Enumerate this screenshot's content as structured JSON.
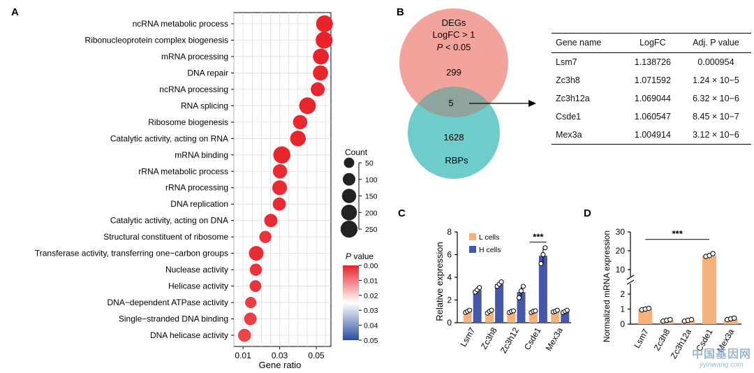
{
  "panels": {
    "a": "A",
    "b": "B",
    "c": "C",
    "d": "D"
  },
  "venn": {
    "deg_title": "DEGs",
    "deg_line2": "LogFC > 1",
    "deg_line3_p": "P",
    "deg_line3_rest": " < 0.05",
    "deg_only": "299",
    "overlap": "5",
    "rbp_only": "1628",
    "rbp_label": "RBPs",
    "colors": {
      "deg": "#f2a49c",
      "rbp": "#6ecdca",
      "overlap": "#8fa49e"
    }
  },
  "table": {
    "headers": [
      "Gene name",
      "LogFC",
      "Adj. P value"
    ],
    "rows": [
      {
        "gene": "Lsm7",
        "logfc": "1.138726",
        "p": "0.000954"
      },
      {
        "gene": "Zc3h8",
        "logfc": "1.071592",
        "p": "1.24 × 10−5"
      },
      {
        "gene": "Zc3h12a",
        "logfc": "1.069044",
        "p": "6.32 × 10−6"
      },
      {
        "gene": "Csde1",
        "logfc": "1.060547",
        "p": "8.45 × 10−7"
      },
      {
        "gene": "Mex3a",
        "logfc": "1.004914",
        "p": "3.12 × 10−6"
      }
    ]
  },
  "chart_data": [
    {
      "panel": "A",
      "type": "scatter",
      "xlabel": "Gene ratio",
      "xlim": [
        0.005,
        0.058
      ],
      "xticks": [
        0.01,
        0.03,
        0.05
      ],
      "xtick_labels": [
        "0.01",
        "0.03",
        "0.05"
      ],
      "categories": [
        "ncRNA metabolic process",
        "Ribonucleoprotein complex biogenesis",
        "mRNA processing",
        "DNA repair",
        "ncRNA processing",
        "RNA splicing",
        "Ribosome biogenesis",
        "Catalytic activity, acting on RNA",
        "mRNA binding",
        "rRNA metabolic process",
        "rRNA processing",
        "DNA replication",
        "Catalytic activity, acting on DNA",
        "Structural constituent of ribosome",
        "Transferase activity, transferring one−carbon groups",
        "Nuclease activity",
        "Helicase activity",
        "DNA−dependent ATPase activity",
        "Single−stranded DNA binding",
        "DNA helicase activity"
      ],
      "gene_ratio": [
        0.0545,
        0.0543,
        0.0525,
        0.0523,
        0.0508,
        0.0452,
        0.0412,
        0.04,
        0.0312,
        0.0302,
        0.03,
        0.0298,
        0.0252,
        0.0222,
        0.0172,
        0.017,
        0.0168,
        0.0142,
        0.014,
        0.0108
      ],
      "count": [
        240,
        245,
        205,
        180,
        140,
        235,
        150,
        195,
        255,
        150,
        165,
        115,
        120,
        90,
        160,
        90,
        80,
        70,
        100,
        110
      ],
      "p_value": [
        0.0001,
        0.0001,
        0.0001,
        0.0002,
        0.0005,
        0.0003,
        0.0008,
        0.0005,
        0.0004,
        0.001,
        0.001,
        0.001,
        0.001,
        0.002,
        0.001,
        0.002,
        0.002,
        0.003,
        0.003,
        0.004
      ],
      "size_legend": {
        "title": "Count",
        "values": [
          50,
          100,
          150,
          200,
          250
        ]
      },
      "color_legend": {
        "title_p": "P",
        "title_rest": " value",
        "ticks": [
          "0.00",
          "0.01",
          "0.02",
          "0.03",
          "0.04",
          "0.05"
        ],
        "low_color": "#e8222a",
        "high_color": "#2a4ea2"
      },
      "grid": true
    },
    {
      "panel": "C",
      "type": "bar",
      "ylabel": "Relative expression",
      "ylim": [
        0,
        8
      ],
      "yticks": [
        0,
        2,
        4,
        6,
        8
      ],
      "categories": [
        "Lsm7",
        "Zc3h8",
        "Zc3h12",
        "Csde1",
        "Mex3a"
      ],
      "series": [
        {
          "name": "L cells",
          "color": "#f6b07a",
          "values": [
            1.0,
            1.0,
            1.0,
            1.0,
            1.0
          ],
          "points": [
            [
              0.9,
              1.0,
              1.1
            ],
            [
              0.85,
              1.0,
              1.1
            ],
            [
              0.9,
              1.0,
              1.05
            ],
            [
              0.9,
              1.0,
              1.05
            ],
            [
              0.95,
              1.0,
              1.1
            ]
          ]
        },
        {
          "name": "H cells",
          "color": "#4457a8",
          "values": [
            2.9,
            3.4,
            2.7,
            5.9,
            1.0
          ],
          "points": [
            [
              2.7,
              2.9,
              3.1
            ],
            [
              3.2,
              3.4,
              3.6
            ],
            [
              2.2,
              2.8,
              3.2
            ],
            [
              5.2,
              6.0,
              6.6
            ],
            [
              0.9,
              1.0,
              1.1
            ]
          ]
        }
      ],
      "annotation": {
        "text": "***",
        "category": "Csde1"
      }
    },
    {
      "panel": "D",
      "type": "bar",
      "ylabel": "Normalized mRNA expression",
      "axis_break": true,
      "yticks_low": [
        0,
        1,
        2
      ],
      "yticks_high": [
        10,
        20,
        30
      ],
      "categories": [
        "Lsm7",
        "Zc3h8",
        "Zc3h12a",
        "Csde1",
        "Mex3a"
      ],
      "values": [
        1.0,
        0.25,
        0.25,
        17.5,
        0.35
      ],
      "points": [
        [
          0.95,
          1.0,
          1.05
        ],
        [
          0.2,
          0.25,
          0.3
        ],
        [
          0.2,
          0.25,
          0.3
        ],
        [
          17.0,
          17.5,
          18.5
        ],
        [
          0.3,
          0.35,
          0.4
        ]
      ],
      "color": "#f6b07a",
      "annotation": {
        "text": "***",
        "from": "Lsm7",
        "to": "Csde1"
      }
    }
  ],
  "watermark": {
    "line1": "中国基因网",
    "line2": "jiyinwang.com"
  }
}
